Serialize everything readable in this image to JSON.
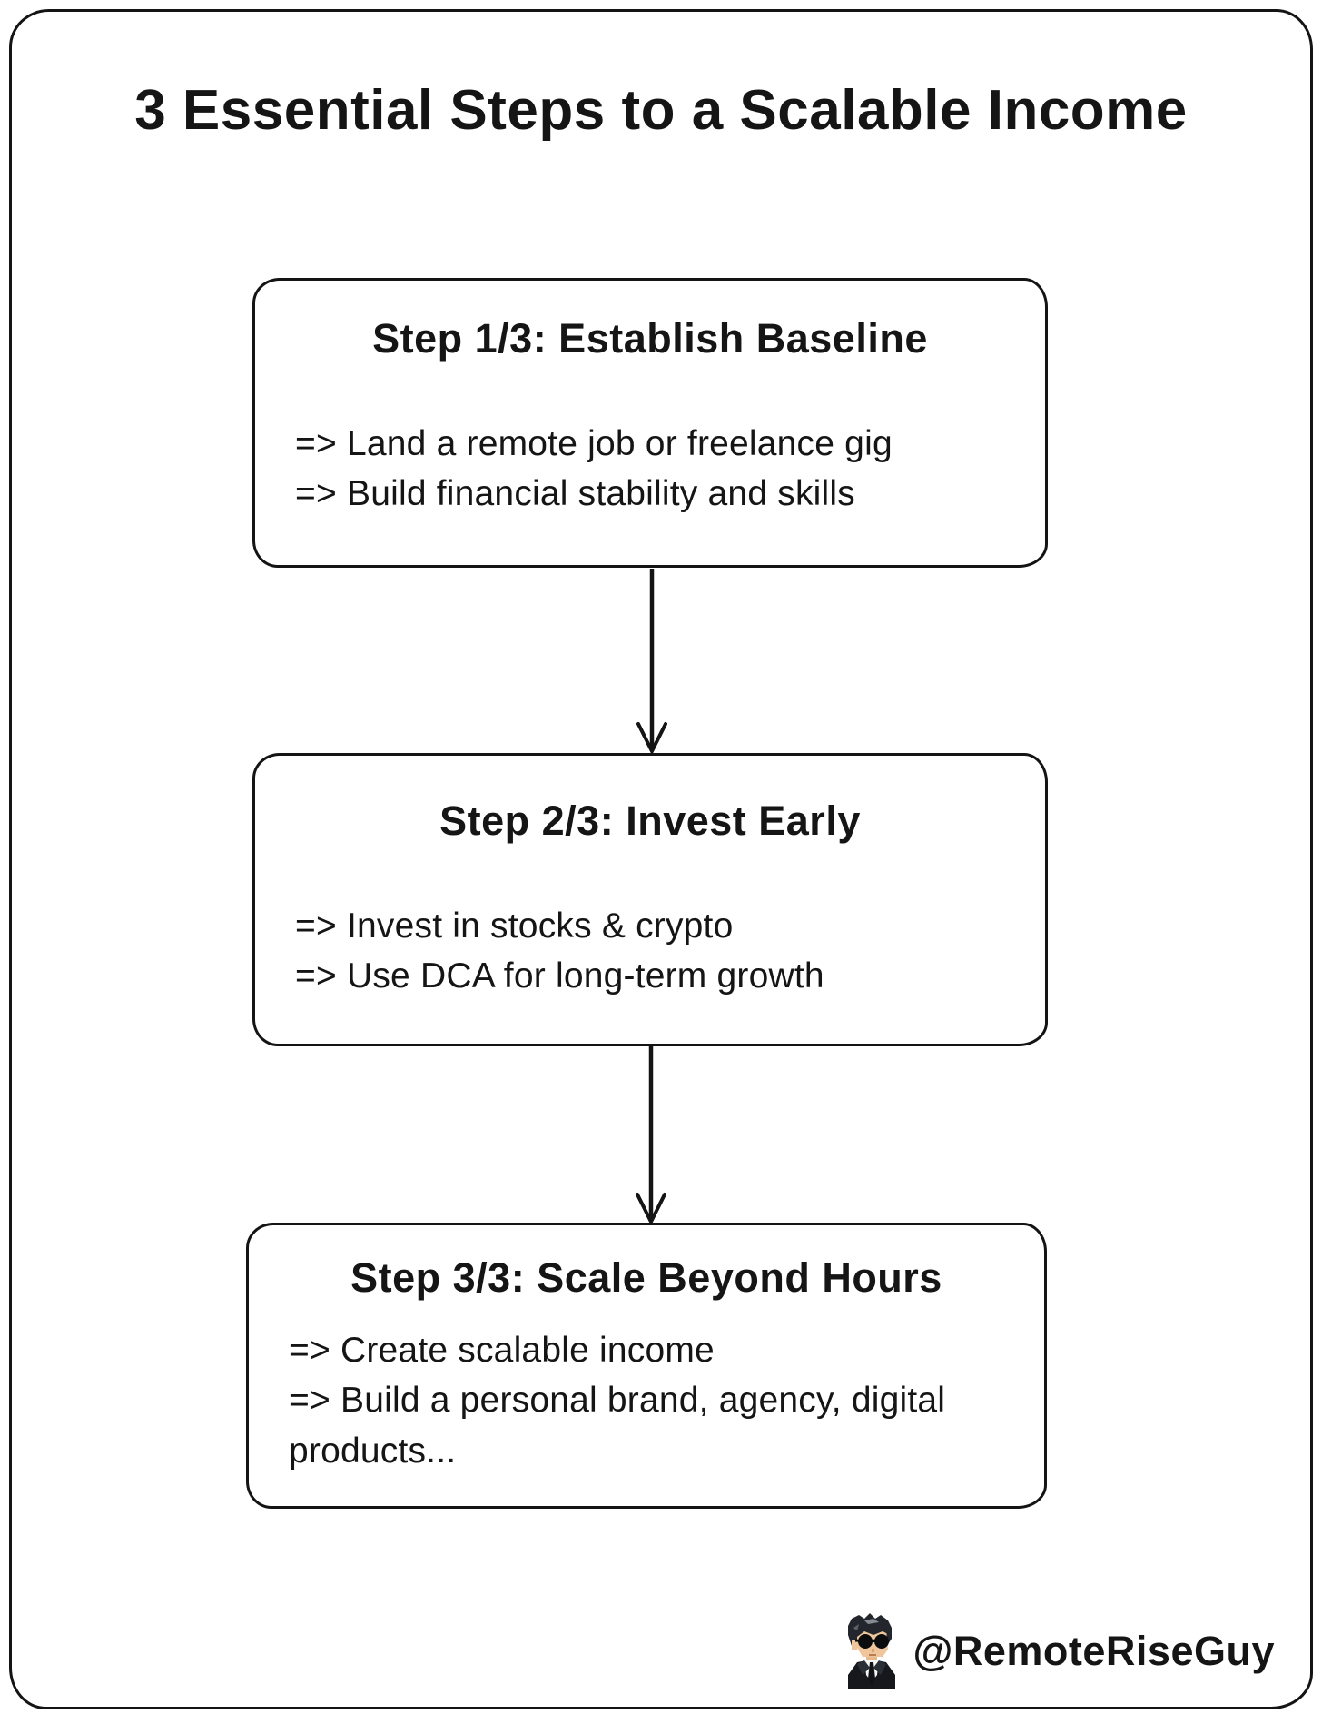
{
  "title": "3 Essential Steps to a Scalable Income",
  "steps": [
    {
      "heading": "Step 1/3: Establish Baseline",
      "bullets": [
        "=> Land a remote job or freelance gig",
        "=> Build financial stability and skills"
      ]
    },
    {
      "heading": "Step 2/3: Invest Early",
      "bullets": [
        "=> Invest in stocks & crypto",
        "=> Use DCA for long-term growth"
      ]
    },
    {
      "heading": "Step 3/3: Scale Beyond Hours",
      "bullets": [
        "=> Create scalable income",
        "=> Build a personal brand, agency, digital products..."
      ]
    }
  ],
  "footer": {
    "handle": "@RemoteRiseGuy",
    "avatar_icon": "pixel-art-man-sunglasses-suit-icon"
  },
  "colors": {
    "ink": "#141414",
    "background": "#ffffff",
    "avatar_hair": "#23262c",
    "avatar_hair_highlight": "#858b94",
    "avatar_skin": "#efc69c",
    "avatar_suit": "#16181c",
    "avatar_shirt": "#f5f5f3"
  }
}
